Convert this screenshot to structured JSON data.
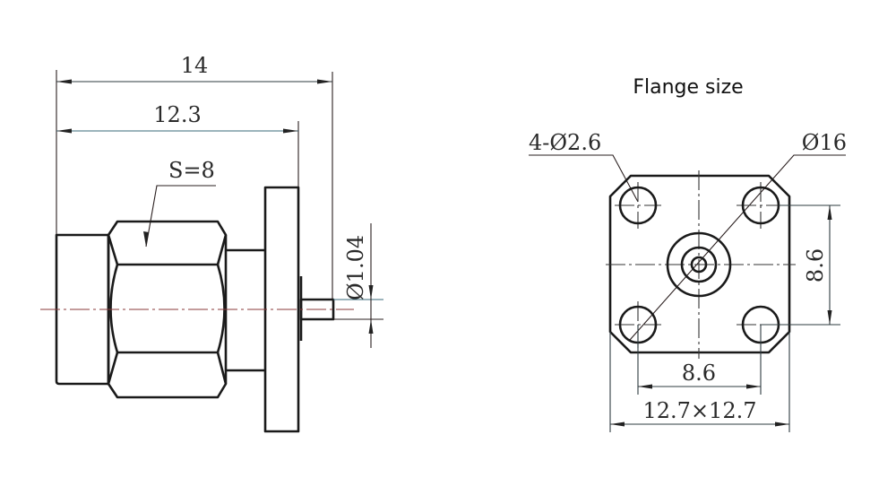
{
  "title": "Flange size",
  "side_view": {
    "overall_length": "14",
    "length_to_flange": "12.3",
    "hex_size": "S=8",
    "pin_diameter": "Ø1.04"
  },
  "flange_view": {
    "hole_callout": "4-Ø2.6",
    "bolt_circle": "Ø16",
    "hole_spacing_vertical": "8.6",
    "hole_spacing_horizontal": "8.6",
    "flange_size": "12.7×12.7"
  }
}
